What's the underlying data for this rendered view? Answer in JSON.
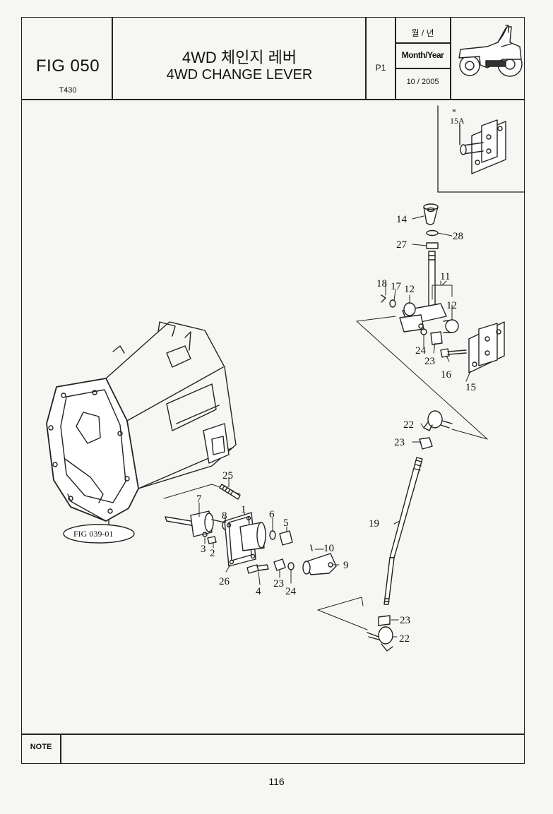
{
  "header": {
    "fig_no": "FIG 050",
    "model": "T430",
    "title_ko": "4WD 체인지 레버",
    "title_en": "4WD CHANGE LEVER",
    "page": "P1",
    "month_year_ko": "월 / 년",
    "month_year_en": "Month/Year",
    "month_year_value": "10 / 2005"
  },
  "inset": {
    "star": "*",
    "label": "15A"
  },
  "callouts": {
    "p14": "14",
    "p28": "28",
    "p27": "27",
    "p11": "11",
    "p18": "18",
    "p17": "17",
    "p12a": "12",
    "p12b": "12",
    "p24a": "24",
    "p23a": "23",
    "p16": "16",
    "p15": "15",
    "p22a": "22",
    "p23b": "23",
    "p19": "19",
    "p25": "25",
    "p7": "7",
    "p8": "8",
    "p1": "1",
    "p6": "6",
    "p5": "5",
    "p3": "3",
    "p2": "2",
    "p10": "10",
    "p9": "9",
    "p26": "26",
    "p4": "4",
    "p23c": "23",
    "p24b": "24",
    "p23d": "23",
    "p22b": "22"
  },
  "ref_fig": "FIG 039-01",
  "footer": {
    "note_label": "NOTE",
    "page_number": "116"
  }
}
